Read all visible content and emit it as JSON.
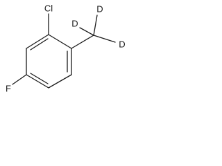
{
  "molecule": {
    "atoms": {
      "chlorine": "Cl",
      "fluorine": "F",
      "deuterium_top": "D",
      "deuterium_left": "D",
      "deuterium_right": "D"
    }
  }
}
